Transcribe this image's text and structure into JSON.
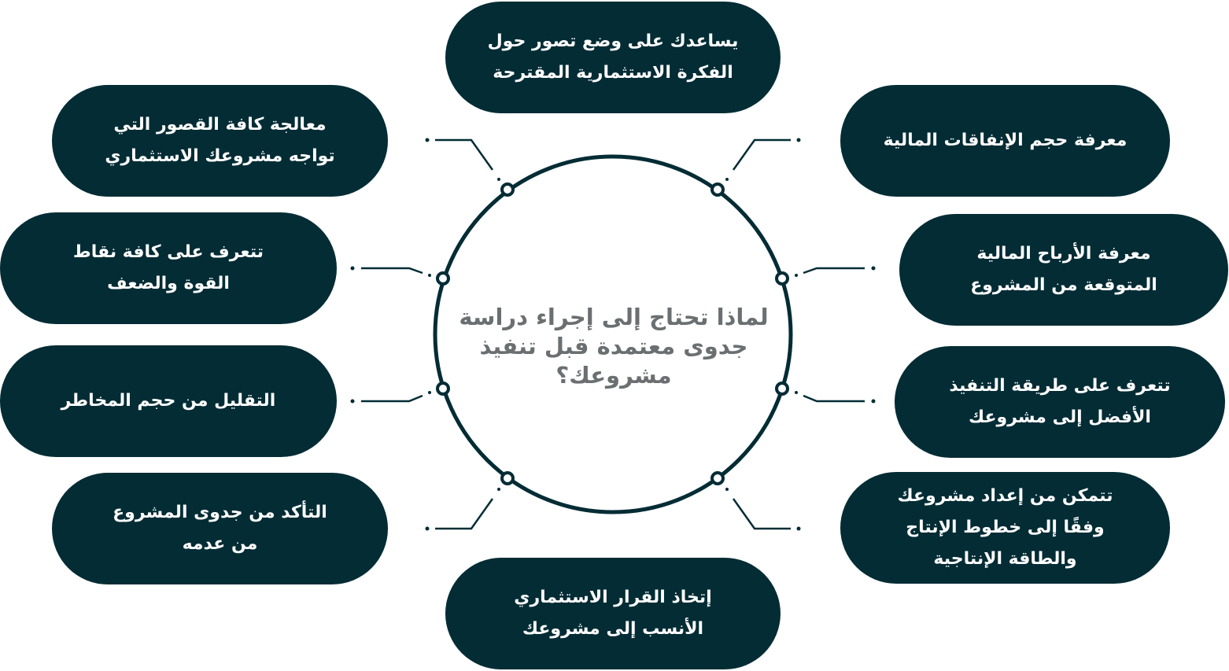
{
  "center": {
    "question": "لماذا تحتاج إلى إجراء دراسة\nجدوى معتمدة قبل تنفيذ\nمشروعك؟"
  },
  "nodes": {
    "top": "يساعدك على وضع تصور حول\nالفكرة الاستثمارية المقترحة",
    "right_1": "معرفة حجم الإنفاقات المالية",
    "right_2": "معرفة الأرباح المالية\nالمتوقعة من المشروع",
    "right_3": "تتعرف على طريقة التنفيذ\nالأفضل إلى مشروعك",
    "right_4": "تتمكن من إعداد مشروعك\nوفقًا إلى خطوط الإنتاج\nوالطاقة الإنتاجية",
    "bottom": "إتخاذ القرار الاستثماري\nالأنسب إلى مشروعك",
    "left_1": "معالجة كافة القصور التي\nتواجه مشروعك الاستثماري",
    "left_2": "تتعرف على كافة نقاط\nالقوة والضعف",
    "left_3": "التقليل من حجم المخاطر",
    "left_4": "التأكد من جدوى المشروع\nمن عدمه"
  },
  "colors": {
    "pill_fill": "#032c35",
    "pill_text": "#ffffff",
    "center_text": "#6a6f71",
    "ring": "#032c35",
    "connector": "#032c35"
  }
}
